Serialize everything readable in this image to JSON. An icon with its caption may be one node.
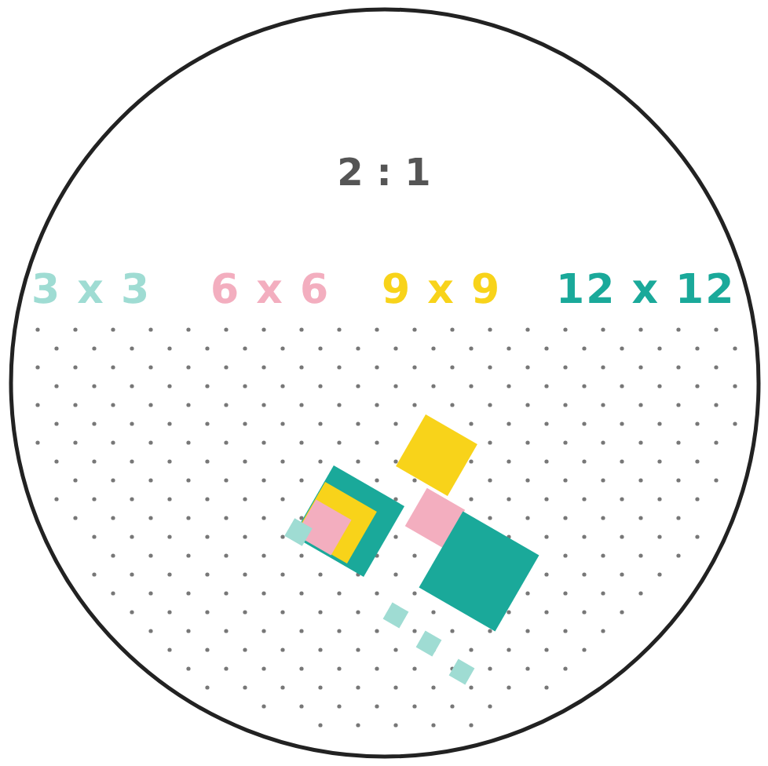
{
  "diagram": {
    "title": "2 : 1",
    "labels": [
      "3 x 3",
      "6 x 6",
      "9 x 9",
      "12 x 12"
    ]
  }
}
